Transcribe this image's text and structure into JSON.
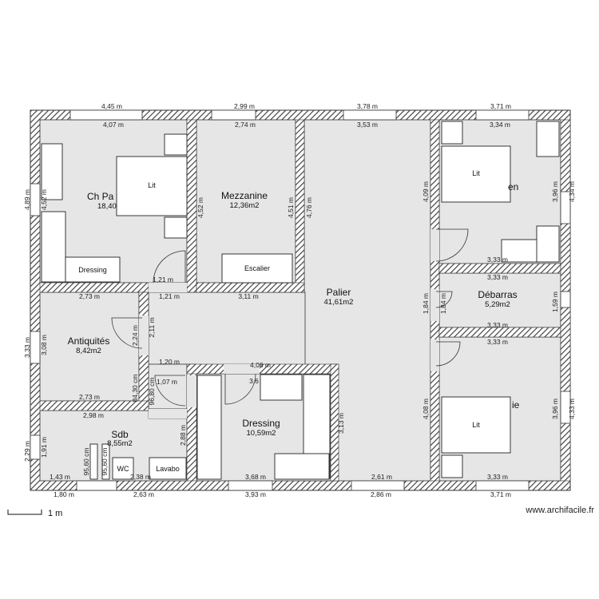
{
  "rooms": {
    "ch_parents": {
      "name": "Ch Pa",
      "area": "18,40"
    },
    "mezzanine": {
      "name": "Mezzanine",
      "area": "12,36m2"
    },
    "palier": {
      "name": "Palier",
      "area": "41,61m2"
    },
    "chambre_en": {
      "name": "en",
      "area": ""
    },
    "debarras": {
      "name": "Débarras",
      "area": "5,29m2"
    },
    "antiquites": {
      "name": "Antiquités",
      "area": "8,42m2"
    },
    "sdb": {
      "name": "Sdb",
      "area": "8,55m2"
    },
    "dressing": {
      "name": "Dressing",
      "area": "10,59m2"
    },
    "chambre_ie": {
      "name": "ie",
      "area": ""
    }
  },
  "furniture": {
    "lit_1": "Lit",
    "lit_2": "Lit",
    "lit_3": "Lit",
    "dressing": "Dressing",
    "escalier": "Escalier",
    "wc": "WC",
    "lavabo": "Lavabo"
  },
  "dimensions": {
    "top_outer_1": "4,45 m",
    "top_outer_2": "2,99 m",
    "top_outer_3": "3,78 m",
    "top_outer_4": "3,71 m",
    "top_inner_1": "4,07 m",
    "top_inner_2": "2,74 m",
    "top_inner_3": "3,53 m",
    "top_inner_4": "3,34 m",
    "bot_outer_1": "1,80 m",
    "bot_outer_2": "2,63 m",
    "bot_outer_3": "3,93 m",
    "bot_outer_4": "2,86 m",
    "bot_outer_5": "3,71 m",
    "bot_inner_1": "1,43 m",
    "bot_inner_2": "2,38 m",
    "bot_inner_3": "3,68 m",
    "bot_inner_4": "2,61 m",
    "bot_inner_5": "3,33 m",
    "left_outer_1": "4,89 m",
    "left_outer_2": "3,33 m",
    "left_outer_3": "2,29 m",
    "left_inner_1": "4,52 m",
    "left_inner_2": "3,08 m",
    "left_inner_3": "1,91 m",
    "right_outer_1": "4,34 m",
    "right_outer_2": "1,84 m",
    "right_outer_3": "4,33 m",
    "right_inner_1": "3,96 m",
    "right_inner_2": "1,59 m",
    "right_inner_3": "3,96 m",
    "mez_left": "4,52 m",
    "mez_right": "4,51 m",
    "mez_right_b": "4,76 m",
    "ch_pa_door": "1,21 m",
    "ch_pa_corr": "1,21 m",
    "corr_311": "3,11 m",
    "ant_top": "2,73 m",
    "ant_bot": "2,73 m",
    "ant_right": "2,24 m",
    "corr_211": "2,11 m",
    "corr_120": "1,20 m",
    "corr_107": "1,07 m",
    "corr_0430": "84,30 cm",
    "corr_9680": "96,80 cm",
    "sdb_top": "2,98 m",
    "sdb_right": "2,88 m",
    "sdb_9560a": "95,60 cm",
    "sdb_9560b": "95,60 cm",
    "dress_top": "4,06 m",
    "dress_36": "3,6",
    "dress_right": "3,13 m",
    "palier_right_1": "4,09 m",
    "palier_right_2": "1,84 m",
    "palier_right_3": "4,08 m",
    "en_bot": "3,33 m",
    "deb_top": "3,33 m",
    "deb_bot": "3,33 m",
    "ie_top": "3,33 m",
    "ie_bot": "3,33 m"
  },
  "legend": {
    "scale_label": "1 m",
    "watermark": "www.archifacile.fr"
  },
  "colors": {
    "wall_hatch": "#444444",
    "room_fill": "#e6e6e6",
    "wall_fill": "#ffffff"
  }
}
